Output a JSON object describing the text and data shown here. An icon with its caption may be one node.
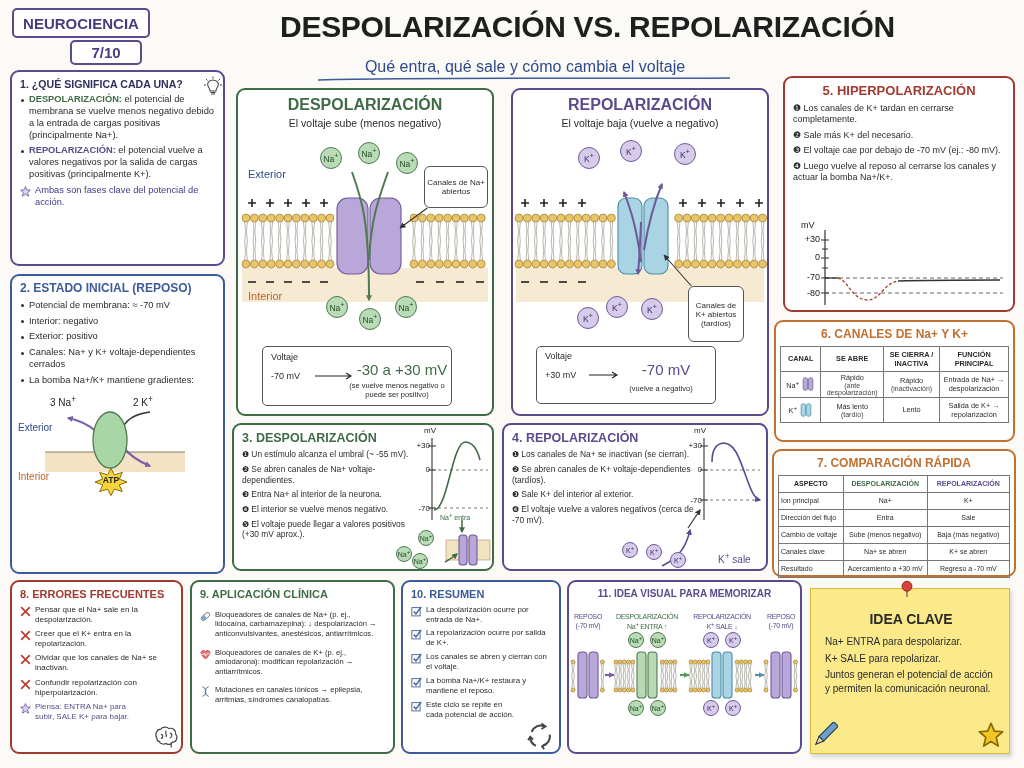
{
  "diagram": {
    "title": "DESPOLARIZACIÓN VS. REPOLARIZACIÓN",
    "nodes": [
      {
        "text": [
          "NEUROCIENCIA"
        ]
      },
      {
        "text": [
          "7/10"
        ]
      },
      {
        "text": [
          "1. ¿QUÉ SIGNIFICA CADA UNA?",
          "**DESPOLARIZACIÓN:** el potencial de membrana se vuelve menos negativo debido a la entrada de cargas positivas (principalmente Na+).",
          "**REPOLARIZACIÓN:** el potencial vuelve a valores negativos por la salida de cargas positivas (principalmente K+).",
          "Ambas son fases clave del potencial de acción."
        ]
      },
      {
        "text": [
          "2. ESTADO INICIAL (REPOSO)",
          "Potencial de membrana: ≈ -70 mV",
          "Interior: negativo",
          "Exterior: positivo",
          "Canales: Na+ y K+ voltaje-dependientes cerrados",
          "La bomba Na+/K+ mantiene gradientes:"
        ]
      },
      {
        "text": [
          "DESPOLARIZACIÓN",
          "El voltaje sube (menos negativo)"
        ]
      },
      {
        "text": [
          "Na$^{+}$"
        ],
        "in": 4
      },
      {
        "text": [
          "Na$^{+}$"
        ],
        "in": 4
      },
      {
        "text": [
          "Na$^{+}$"
        ],
        "in": 4
      },
      {
        "text": [
          "Canales de Na+ abiertos"
        ],
        "in": 4
      },
      {
        "text": [
          "Na$^{+}$"
        ],
        "in": 4
      },
      {
        "text": [
          "Na$^{+}$"
        ],
        "in": 4
      },
      {
        "text": [
          "Na$^{+}$"
        ],
        "in": 4
      },
      {
        "text": [
          "Voltaje",
          "-70 mV",
          "-30 a +30 mV",
          "(se vuelve menos negativo o puede ser positivo)"
        ],
        "in": 4
      },
      {
        "text": [
          "REPOLARIZACIÓN",
          "El voltaje baja (vuelve a negativo)"
        ]
      },
      {
        "text": [
          "K$^{+}$"
        ],
        "in": 13
      },
      {
        "text": [
          "K$^{+}$"
        ],
        "in": 13
      },
      {
        "text": [
          "K$^{+}$"
        ],
        "in": 13
      },
      {
        "text": [
          "K$^{+}$"
        ],
        "in": 13
      },
      {
        "text": [
          "K$^{+}$"
        ],
        "in": 13
      },
      {
        "text": [
          "K$^{+}$"
        ],
        "in": 13
      },
      {
        "text": [
          "Canales de K+ abiertos (tardíos)"
        ],
        "in": 13
      },
      {
        "text": [
          "Voltaje",
          "+30 mV",
          "-70 mV",
          "(vuelve a negativo)"
        ],
        "in": 13
      },
      {
        "text": [
          "5. HIPERPOLARIZACIÓN",
          "❶ Los canales de K+ tardan en cerrarse completamente.",
          "❷ Sale más K+ del necesario.",
          "❸ El voltaje cae por debajo de -70 mV (ej.: -80 mV).",
          "❹ Luego vuelve al reposo al cerrarse los canales y actuar la bomba Na+/K+."
        ]
      },
      {
        "text": [
          "6. CANALES DE Na+ Y K+"
        ]
      },
      {
        "text": [
          "7. COMPARACIÓN RÁPIDA"
        ]
      },
      {
        "text": [
          "3. DESPOLARIZACIÓN",
          "❶ Un estímulo alcanza el umbral (~ -55 mV).",
          "❷ Se abren canales de Na+ voltaje-dependientes.",
          "❸ Entra Na+ al interior de la neurona.",
          "❹ El interior se vuelve menos negativo.",
          "❺ El voltaje puede llegar a valores positivos (+30 mV aprox.)."
        ]
      },
      {
        "text": [
          "Na$^{+}$"
        ],
        "in": 25
      },
      {
        "text": [
          "Na$^{+}$"
        ],
        "in": 25
      },
      {
        "text": [
          "Na$^{+}$"
        ],
        "in": 25
      },
      {
        "text": [
          "4. REPOLARIZACIÓN",
          "❶ Los canales de Na+ se inactivan (se cierran).",
          "❷ Se abren canales de K+ voltaje-dependientes (tardíos).",
          "❸ Sale K+ del interior al exterior.",
          "❹ El voltaje vuelve a valores negativos (cerca de -70 mV)."
        ]
      },
      {
        "text": [
          "K$^{+}$"
        ],
        "in": 29
      },
      {
        "text": [
          "K$^{+}$"
        ],
        "in": 29
      },
      {
        "text": [
          "K$^{+}$"
        ],
        "in": 29
      },
      {
        "text": [
          "8. ERRORES FRECUENTES",
          "Pensar que el Na+ sale en la despolarización.",
          "Creer que el K+ entra en la repolarización.",
          "Olvidar que los canales de Na+ se inactivan.",
          "Confundir repolarización con hiperpolarización.",
          "Piensa: ENTRA Na+ para subir, SALE K+ para bajar."
        ]
      },
      {
        "text": [
          "9. APLICACIÓN CLÍNICA",
          "Bloqueadores de canales de Na+ (p. ej., lidocaína, carbamazepina): ↓ despolarización → anticonvulsivantes, anestésicos, antiarrítmicos.",
          "Bloqueadores de canales de K+ (p. ej., amiodarona): modifican repolarización → antiarrítmicos.",
          "Mutaciones en canales iónicos → epilepsia, arritmias, síndromes canalopatías."
        ]
      },
      {
        "text": [
          "10. RESUMEN",
          "La despolarización ocurre por entrada de Na+.",
          "La repolarización ocurre por salida de K+.",
          "Los canales se abren y cierran con el voltaje.",
          "La bomba Na+/K+ restaura y mantiene el reposo.",
          "Este ciclo se repite en cada potencial de acción."
        ]
      },
      {
        "text": [
          "11. IDEA VISUAL PARA MEMORIZAR"
        ]
      },
      {
        "text": [
          "REPOSO",
          "(-70 mV)"
        ],
        "in": 36
      },
      {
        "text": [
          "DESPOLARIZACIÓN",
          "Na$^{+}$ ENTRA ↑"
        ],
        "in": 36
      },
      {
        "text": [
          "REPOLARIZACIÓN",
          "K$^{+}$ SALE ↓"
        ],
        "in": 36
      },
      {
        "text": [
          "REPOSO",
          "(-70 mV)"
        ],
        "in": 36
      },
      {
        "text": [
          "Na$^{+}$"
        ],
        "in": 38
      },
      {
        "text": [
          "Na$^{+}$"
        ],
        "in": 38
      },
      {
        "text": [
          "Na$^{+}$"
        ],
        "in": 36
      },
      {
        "text": [
          "Na$^{+}$"
        ],
        "in": 36
      },
      {
        "text": [
          "K$^{+}$"
        ],
        "in": 39
      },
      {
        "text": [
          "K$^{+}$"
        ],
        "in": 39
      },
      {
        "text": [
          "K$^{+}$"
        ],
        "in": 36
      },
      {
        "text": [
          "K$^{+}$"
        ],
        "in": 36
      },
      {
        "text": [
          "IDEA CLAVE",
          "Na+ ENTRA para despolarizar.",
          "K+ SALE para repolarizar.",
          "Juntos generan el potencial de acción y permiten la comunicación neuronal."
        ]
      }
    ],
    "edges": [
      {
        "from": 8,
        "to": null,
        "arrow": "to"
      },
      {
        "from": 20,
        "to": null,
        "arrow": "to"
      },
      {
        "from": 37,
        "to": 38,
        "arrow": "to",
        "color": "#7b5ea7"
      },
      {
        "from": 38,
        "to": 39,
        "arrow": "to",
        "color": "#5b9a5b"
      },
      {
        "from": 39,
        "to": 40,
        "arrow": "to",
        "color": "#5a8fb0"
      }
    ],
    "labels": [
      "Qué entra, qué sale y cómo cambia el voltaje",
      "3 Na$^{+}$",
      "2 K$^{+}$",
      "Exterior",
      "Interior",
      "ATP",
      "Exterior",
      "Interior",
      "mV",
      "+30",
      "0",
      "-70",
      "-80",
      "CANAL",
      "SE ABRE",
      "SE CIERRA / INACTIVA",
      "FUNCIÓN PRINCIPAL",
      "Na$^{+}$",
      "Rápido",
      "(ante despolarización)",
      "Rápido",
      "(inactivación)",
      "Entrada de Na+ → despolarización",
      "K$^{+}$",
      "Más lento",
      "(tardío)",
      "Lento",
      "Salida de K+ → repolarización",
      "ASPECTO",
      "DESPOLARIZACIÓN",
      "REPOLARIZACIÓN",
      "Ion principal",
      "Na+",
      "K+",
      "Dirección del flujo",
      "Entra",
      "Sale",
      "Cambio de voltaje",
      "Sube (menos negativo)",
      "Baja (más negativo)",
      "Canales clave",
      "Na+ se abren",
      "K+ se abren",
      "Resultado",
      "Acercamiento a +30 mV",
      "Regreso a -70 mV",
      "mV",
      "+30",
      "0",
      "-70",
      "Na$^{+}$ entra",
      "mV",
      "+30",
      "0",
      "-70",
      "K$^{+}$ sale"
    ]
  }
}
